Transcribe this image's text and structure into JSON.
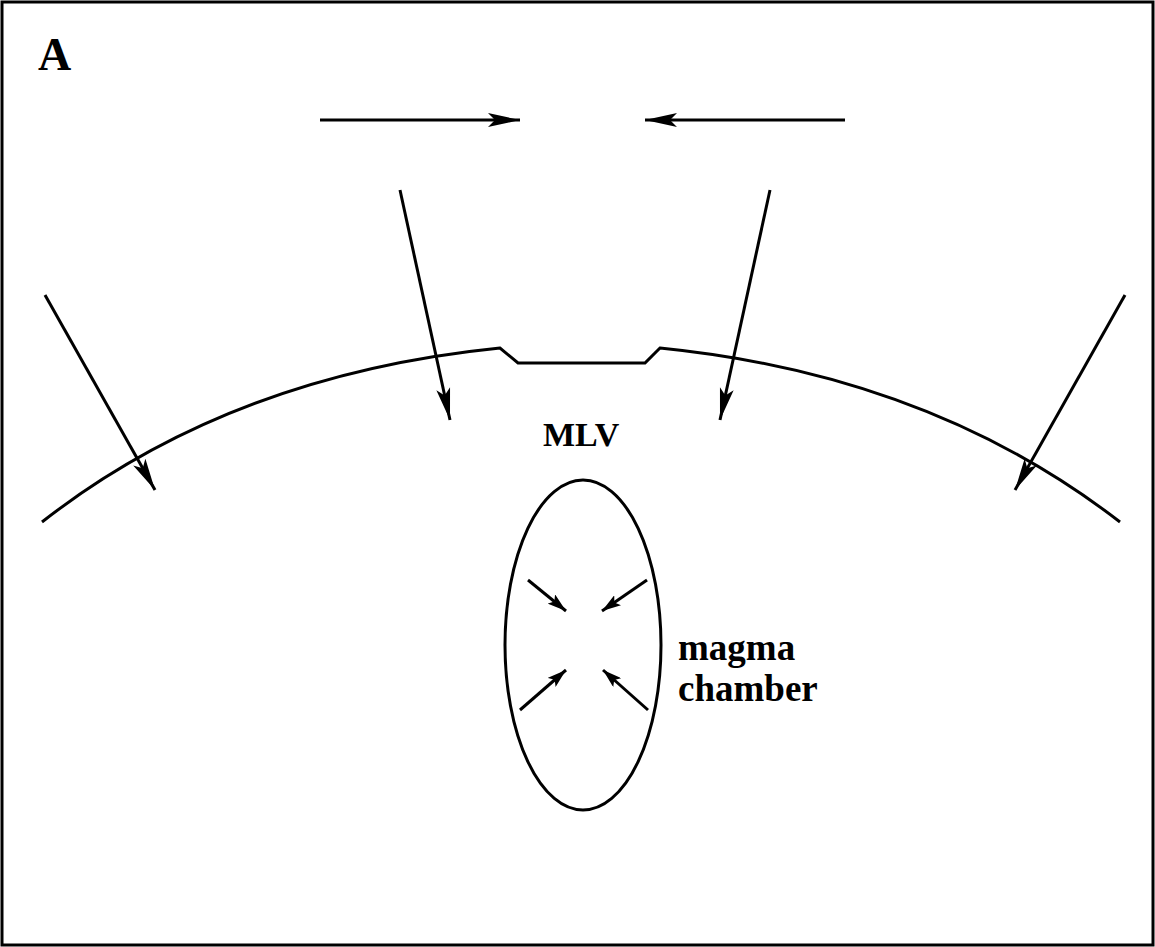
{
  "diagram": {
    "labels": [
      "A",
      "MLV",
      "magma chamber"
    ]
  }
}
